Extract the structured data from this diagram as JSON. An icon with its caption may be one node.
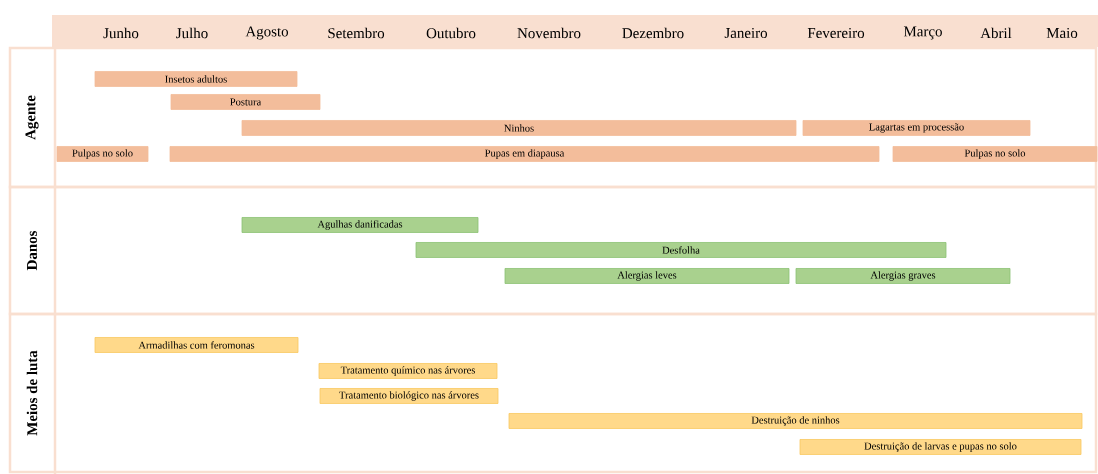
{
  "diagram": {
    "nodes": [
      {
        "text": [
          "Agente"
        ]
      },
      {
        "text": [
          "Insetos adultos"
        ],
        "in": 0
      },
      {
        "text": [
          "Postura"
        ],
        "in": 0
      },
      {
        "text": [
          "Ninhos"
        ],
        "in": 0
      },
      {
        "text": [
          "Lagartas em processão"
        ],
        "in": 0
      },
      {
        "text": [
          "Pulpas no solo"
        ],
        "in": 0
      },
      {
        "text": [
          "Pupas em diapausa"
        ],
        "in": 0
      },
      {
        "text": [
          "Pulpas no solo"
        ],
        "in": 0
      },
      {
        "text": [
          "Danos"
        ]
      },
      {
        "text": [
          "Agulhas danificadas"
        ],
        "in": 8
      },
      {
        "text": [
          "Desfolha"
        ],
        "in": 8
      },
      {
        "text": [
          "Alergias leves"
        ],
        "in": 8
      },
      {
        "text": [
          "Alergias graves"
        ],
        "in": 8
      },
      {
        "text": [
          "Meios de luta"
        ]
      },
      {
        "text": [
          "Armadilhas com feromonas"
        ],
        "in": 13
      },
      {
        "text": [
          "Tratamento químico nas árvores"
        ],
        "in": 13
      },
      {
        "text": [
          "Tratamento biológico nas árvores"
        ],
        "in": 13
      },
      {
        "text": [
          "Destruição de ninhos"
        ],
        "in": 13
      },
      {
        "text": [
          "Destruição de larvas e pupas no solo"
        ],
        "in": 13
      }
    ],
    "labels": [
      "Junho",
      "Julho",
      "Agosto",
      "Setembro",
      "Outubro",
      "Novembro",
      "Dezembro",
      "Janeiro",
      "Fevereiro",
      "Março",
      "Abril",
      "Maio"
    ]
  }
}
